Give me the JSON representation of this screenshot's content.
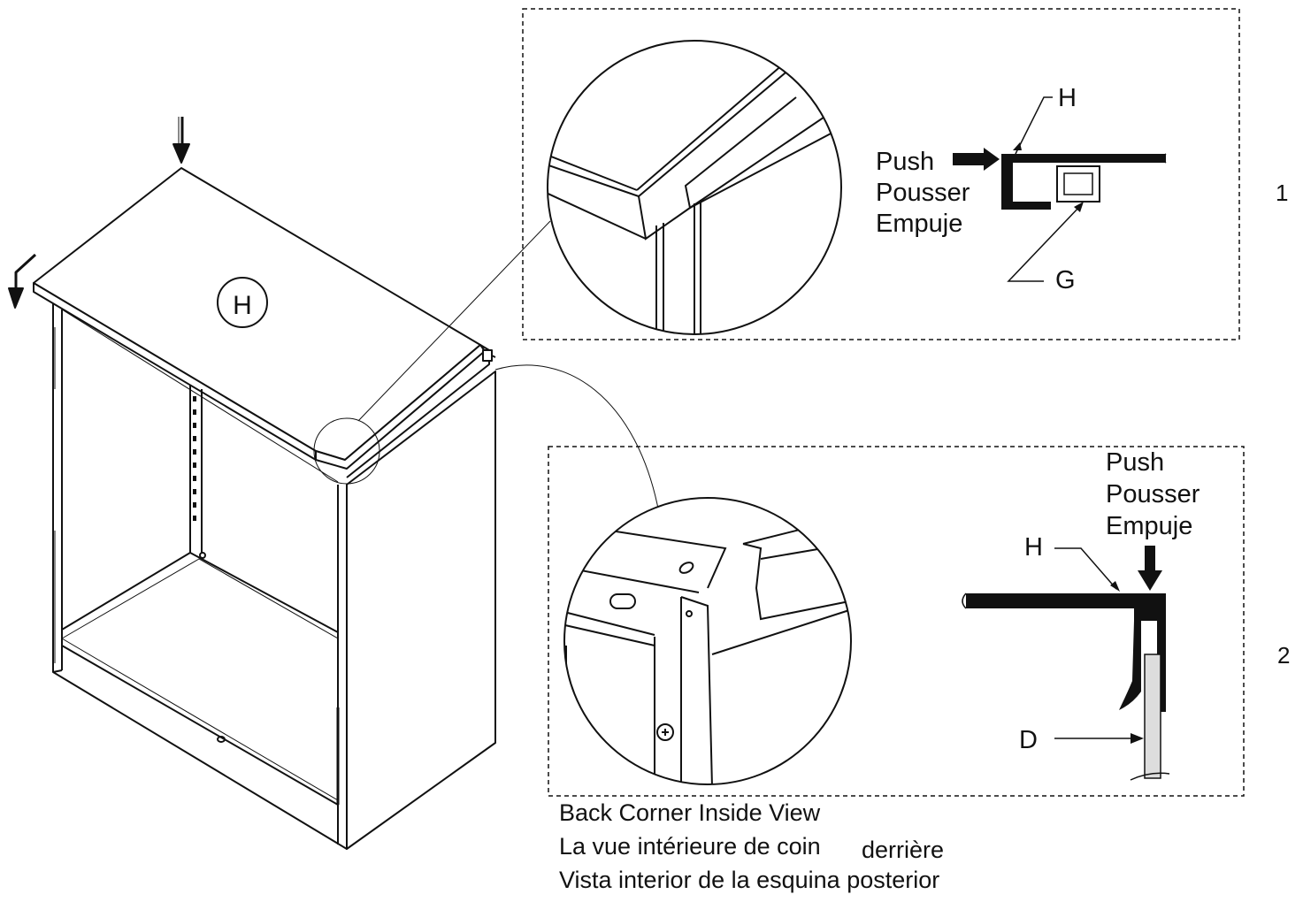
{
  "cabinet": {
    "top_label": "H"
  },
  "detail1": {
    "push_lines": [
      "Push",
      "Pousser",
      "Empuje"
    ],
    "label_h": "H",
    "label_g": "G",
    "step": "1"
  },
  "detail2": {
    "push_lines": [
      "Push",
      "Pousser",
      "Empuje"
    ],
    "label_h": "H",
    "label_d": "D",
    "step": "2",
    "caption": [
      "Back Corner Inside View",
      "La vue intérieure de coin",
      "derrière",
      "Vista interior de la esquina posterior"
    ]
  }
}
